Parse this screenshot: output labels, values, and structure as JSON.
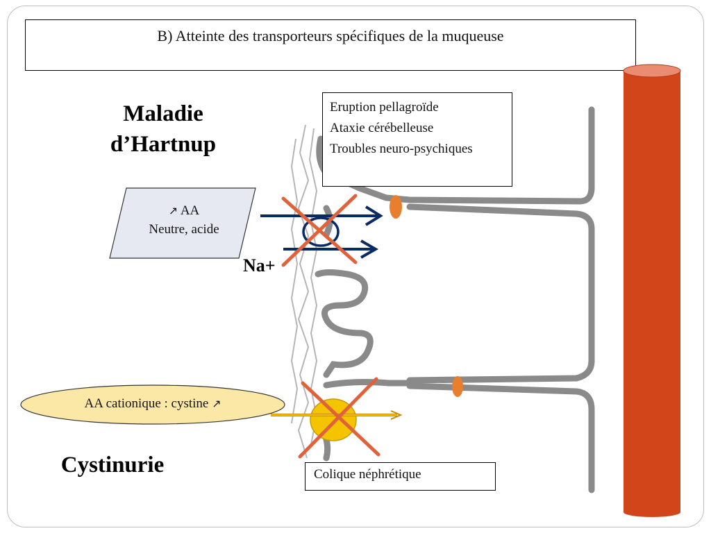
{
  "title": "B) Atteinte des transporteurs spécifiques de la muqueuse",
  "hartnup": {
    "heading": "Maladie d’Hartnup",
    "substrate_line1": "AA",
    "substrate_line2": "Neutre, acide",
    "arrow_symbol": "↗",
    "cotransport_ion": "Na+",
    "symptoms": [
      "Eruption pellagroïde",
      "Ataxie cérébelleuse",
      "Troubles neuro-psychiques"
    ]
  },
  "cystinurie": {
    "heading": "Cystinurie",
    "substrate": "AA cationique : cystine",
    "arrow_symbol": "↗",
    "symptom": "Colique néphrétique"
  },
  "colors": {
    "vessel": "#d2451b",
    "cross": "#e0623a",
    "arrow": "#0a2a66",
    "transporter_yellow": "#f5c400",
    "pump_orange": "#e87f2f",
    "cell_gray": "#8a8a8a",
    "parallelogram_fill": "#e6e9f2",
    "ellipse_fill": "#fbe8a6"
  }
}
